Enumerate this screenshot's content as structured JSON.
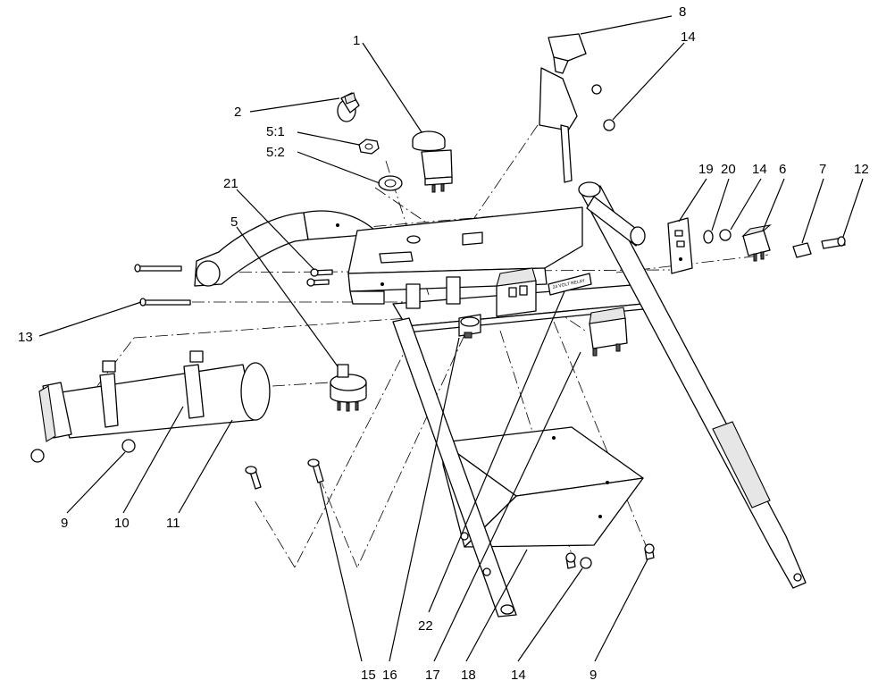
{
  "callouts": {
    "c1": "1",
    "c2": "2",
    "c5_1": "5:1",
    "c5_2": "5:2",
    "c21": "21",
    "c5": "5",
    "c8": "8",
    "c14_top": "14",
    "c19": "19",
    "c20": "20",
    "c14_right": "14",
    "c6": "6",
    "c7": "7",
    "c12": "12",
    "c13": "13",
    "c9_left": "9",
    "c10": "10",
    "c11": "11",
    "c15": "15",
    "c16": "16",
    "c17": "17",
    "c18": "18",
    "c14_bottom": "14",
    "c9_bottom": "9",
    "c22": "22"
  },
  "relay_label": "24 VOLT RELAY"
}
